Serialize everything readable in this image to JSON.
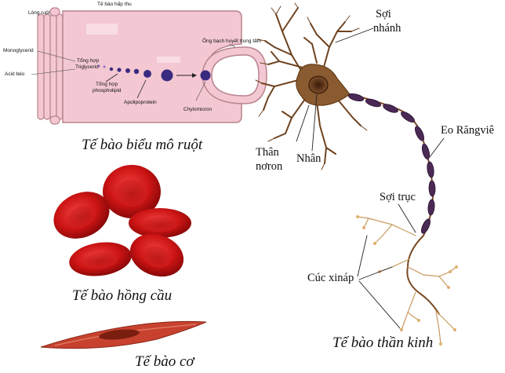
{
  "intestine": {
    "label_villi": "Lòng ruột",
    "label_absorb": "Tế bào hấp thu",
    "label_lymph": "Ống bạch huyết trung tâm",
    "label_monoglycerid": "Monoglycerid",
    "label_fatty_acid": "Acid béo",
    "label_synth_tg_1": "Tổng hợp",
    "label_synth_tg_2": "Triglycerid",
    "label_synth_pl_1": "Tổng hợp",
    "label_synth_pl_2": "phospholipid",
    "label_apolipo": "Apolipoprotein",
    "label_chylomicron": "Chylomicron",
    "caption": "Tế bào biểu mô ruột"
  },
  "rbc": {
    "caption": "Tế bào hồng cầu"
  },
  "muscle": {
    "caption": "Tế bào cơ"
  },
  "neuron": {
    "label_dendrite_1": "Sợi",
    "label_dendrite_2": "nhánh",
    "label_soma_1": "Thân",
    "label_soma_2": "nơron",
    "label_nucleus": "Nhân",
    "label_ranvier": "Eo Răngviê",
    "label_axon": "Sợi trục",
    "label_synapse": "Cúc xináp",
    "caption": "Tế bào thần kinh"
  },
  "colors": {
    "cell_pink": "#f3c8d2",
    "cell_border": "#b8848e",
    "rbc_red": "#d01a1a",
    "muscle_red": "#c8412f",
    "neuron_brown": "#7a4a25",
    "myelin_purple": "#4a2a55"
  }
}
